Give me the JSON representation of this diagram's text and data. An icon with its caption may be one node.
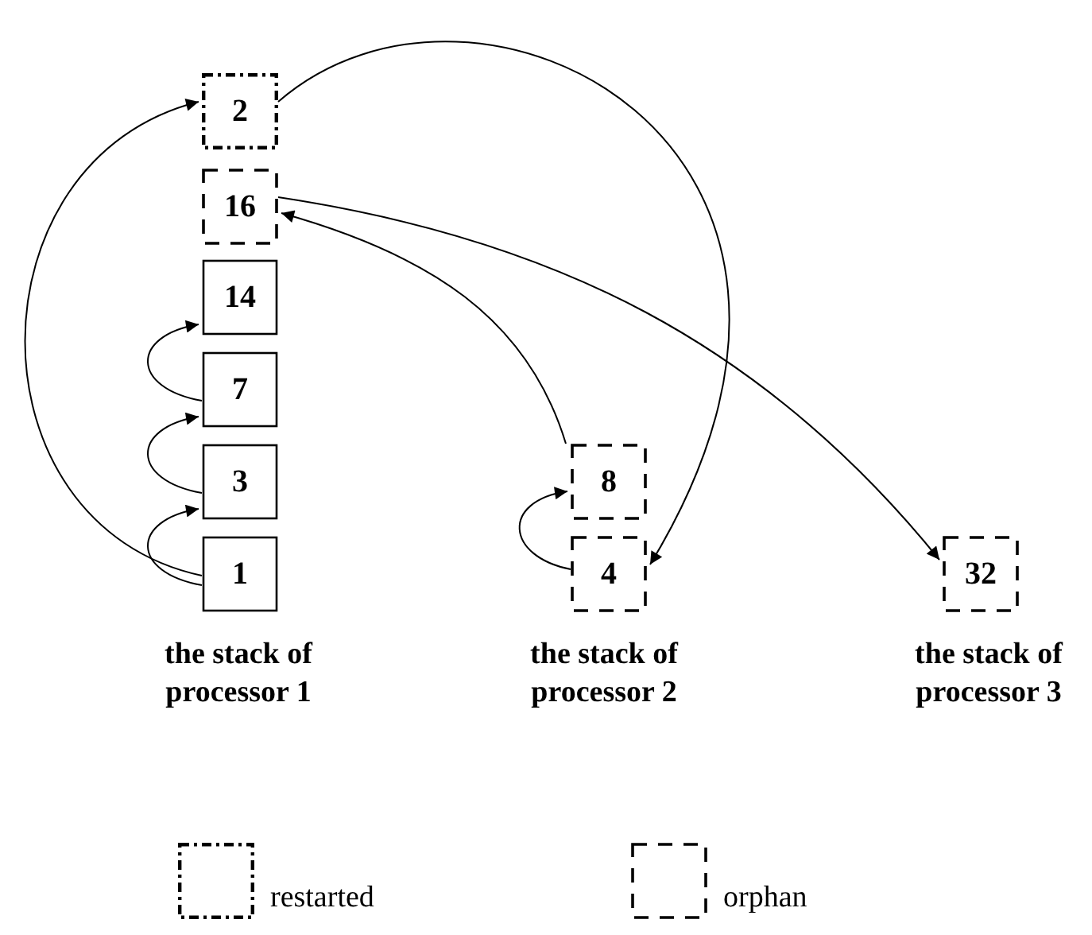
{
  "diagram": {
    "nodes": [
      {
        "text": [
          "2"
        ]
      },
      {
        "text": [
          "16"
        ]
      },
      {
        "text": [
          "14"
        ]
      },
      {
        "text": [
          "7"
        ]
      },
      {
        "text": [
          "3"
        ]
      },
      {
        "text": [
          "1"
        ]
      },
      {
        "text": [
          "8"
        ]
      },
      {
        "text": [
          "4"
        ]
      },
      {
        "text": [
          "32"
        ]
      }
    ],
    "edges": [
      {
        "from": 5,
        "to": 0,
        "arrow": "to"
      },
      {
        "from": 5,
        "to": 4,
        "arrow": "to"
      },
      {
        "from": 4,
        "to": 3,
        "arrow": "to"
      },
      {
        "from": 3,
        "to": 2,
        "arrow": "to"
      },
      {
        "from": 0,
        "to": 7,
        "arrow": "to"
      },
      {
        "from": 6,
        "to": 1,
        "arrow": "to"
      },
      {
        "from": 1,
        "to": 8,
        "arrow": "to"
      },
      {
        "from": 7,
        "to": 6,
        "arrow": "to"
      }
    ],
    "labels": [
      "the stack of processor 1",
      "the stack of processor 2",
      "the stack of processor 3"
    ],
    "legend": [
      {
        "text": "restarted"
      },
      {
        "text": "orphan"
      }
    ]
  }
}
